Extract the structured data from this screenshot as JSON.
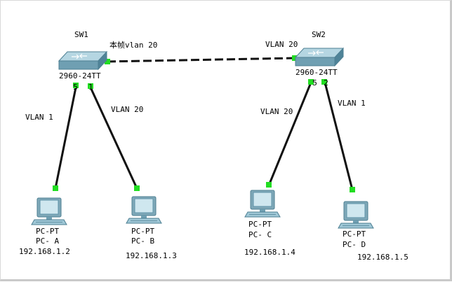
{
  "colors": {
    "cable": "#111111",
    "link_up": "#22dd22",
    "switch_top": "#9fc7d6",
    "switch_side": "#5f93a8",
    "pc_screen": "#a9d4e3",
    "pc_body": "#7fa8b8"
  },
  "switches": [
    {
      "name": "SW1",
      "model": "2960-24TT",
      "icon": "switch-icon",
      "port_left": "5",
      "port_right": "1"
    },
    {
      "name": "SW2",
      "model": "2960-24TT",
      "icon": "switch-icon",
      "port_left": "5",
      "port_right": "2"
    }
  ],
  "trunk": {
    "label_sw1": "本帧vlan 20",
    "label_sw2": "VLAN 20"
  },
  "links": [
    {
      "vlan": "VLAN 1"
    },
    {
      "vlan": "VLAN 20"
    },
    {
      "vlan": "VLAN 20"
    },
    {
      "vlan": "VLAN 1"
    }
  ],
  "pcs": [
    {
      "type": "PC-PT",
      "name": "PC- A",
      "ip": "192.168.1.2",
      "icon": "pc-icon"
    },
    {
      "type": "PC-PT",
      "name": "PC- B",
      "ip": "192.168.1.3",
      "icon": "pc-icon"
    },
    {
      "type": "PC-PT",
      "name": "PC- C",
      "ip": "192.168.1.4",
      "icon": "pc-icon"
    },
    {
      "type": "PC-PT",
      "name": "PC- D",
      "ip": "192.168.1.5",
      "icon": "pc-icon"
    }
  ]
}
